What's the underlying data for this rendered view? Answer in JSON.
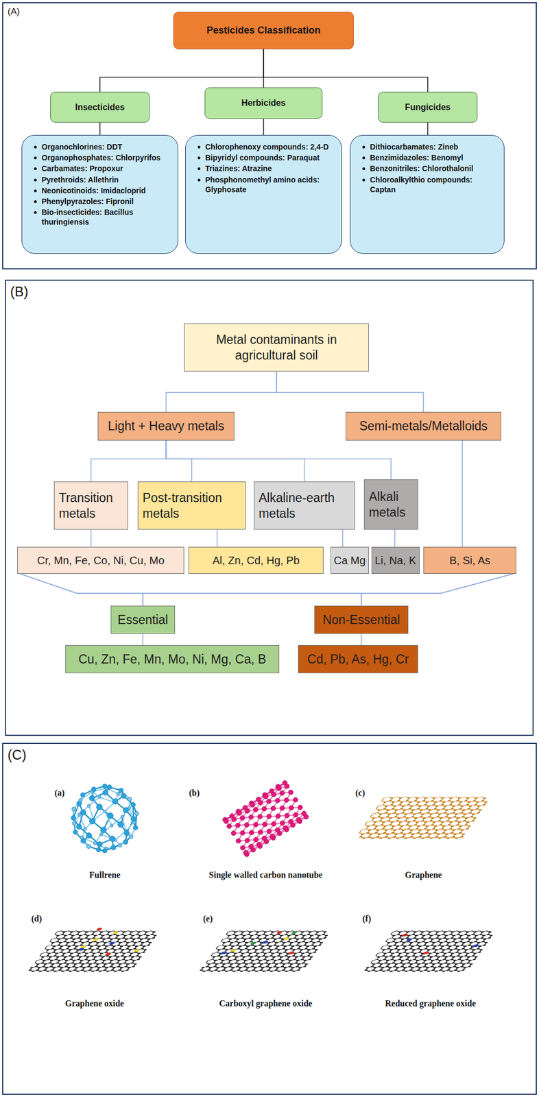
{
  "diagram": {
    "nodes": [
      {
        "text": [
          "(A)"
        ]
      },
      {
        "text": [
          "Pesticides Classification"
        ],
        "in": 0
      },
      {
        "text": [
          "Insecticides"
        ],
        "in": 0
      },
      {
        "text": [
          "Organochlorines: DDT",
          "Organophosphates: Chlorpyrifos",
          "Carbamates: Propoxur",
          "Pyrethroids: Allethrin",
          "Neonicotinoids: Imidacloprid",
          "Phenylpyrazoles: Fipronil",
          "Bio-insecticides: Bacillus thuringiensis"
        ],
        "in": 0
      },
      {
        "text": [
          "Herbicides"
        ],
        "in": 0
      },
      {
        "text": [
          "Chlorophenoxy compounds: 2,4-D",
          "Bipyridyl compounds: Paraquat",
          "Triazines: Atrazine",
          "Phosphonomethyl amino acids: Glyphosate"
        ],
        "in": 0
      },
      {
        "text": [
          "Fungicides"
        ],
        "in": 0
      },
      {
        "text": [
          "Dithiocarbamates: Zineb",
          "Benzimidazoles: Benomyl",
          "Benzonitriles: Chlorothalonil",
          "Chloroalkylthio compounds: Captan"
        ],
        "in": 0
      },
      {
        "text": [
          "(B)"
        ]
      },
      {
        "text": [
          "Metal contaminants in agricultural soil"
        ],
        "in": 8
      },
      {
        "text": [
          "Light + Heavy metals"
        ],
        "in": 8
      },
      {
        "text": [
          "Semi-metals/Metalloids"
        ],
        "in": 8
      },
      {
        "text": [
          "Transition metals"
        ],
        "in": 8
      },
      {
        "text": [
          "Cr, Mn, Fe, Co, Ni, Cu, Mo"
        ],
        "in": 8
      },
      {
        "text": [
          "Post-transition metals"
        ],
        "in": 8
      },
      {
        "text": [
          "Al, Zn, Cd, Hg, Pb"
        ],
        "in": 8
      },
      {
        "text": [
          "Alkaline-earth metals"
        ],
        "in": 8
      },
      {
        "text": [
          "Ca Mg"
        ],
        "in": 8
      },
      {
        "text": [
          "Alkali metals"
        ],
        "in": 8
      },
      {
        "text": [
          "Li, Na, K"
        ],
        "in": 8
      },
      {
        "text": [
          "B, Si, As"
        ],
        "in": 8
      },
      {
        "text": [
          "Essential"
        ],
        "in": 8
      },
      {
        "text": [
          "Cu, Zn, Fe, Mn, Mo, Ni, Mg, Ca, B"
        ],
        "in": 8
      },
      {
        "text": [
          "Non-Essential"
        ],
        "in": 8
      },
      {
        "text": [
          "Cd, Pb, As, Hg, Cr"
        ],
        "in": 8
      },
      {
        "text": [
          "(C)"
        ]
      }
    ],
    "edges": [
      {
        "from": 1,
        "to": 2,
        "arrow": "none"
      },
      {
        "from": 1,
        "to": 4,
        "arrow": "none"
      },
      {
        "from": 1,
        "to": 6,
        "arrow": "none"
      },
      {
        "from": 2,
        "to": 3,
        "arrow": "none"
      },
      {
        "from": 4,
        "to": 5,
        "arrow": "none"
      },
      {
        "from": 6,
        "to": 7,
        "arrow": "none"
      },
      {
        "from": 9,
        "to": 10,
        "arrow": "none"
      },
      {
        "from": 9,
        "to": 11,
        "arrow": "none"
      },
      {
        "from": 10,
        "to": 12,
        "arrow": "none"
      },
      {
        "from": 10,
        "to": 14,
        "arrow": "none"
      },
      {
        "from": 10,
        "to": 16,
        "arrow": "none"
      },
      {
        "from": 10,
        "to": 18,
        "arrow": "none"
      },
      {
        "from": 12,
        "to": 13,
        "arrow": "none"
      },
      {
        "from": 14,
        "to": 15,
        "arrow": "none"
      },
      {
        "from": 16,
        "to": 17,
        "arrow": "none"
      },
      {
        "from": 18,
        "to": 19,
        "arrow": "none"
      },
      {
        "from": 11,
        "to": 20,
        "arrow": "none"
      },
      {
        "from": 13,
        "to": 21,
        "arrow": "none"
      },
      {
        "from": 13,
        "to": 23,
        "arrow": "none"
      },
      {
        "from": 20,
        "to": 21,
        "arrow": "none"
      },
      {
        "from": 20,
        "to": 23,
        "arrow": "none"
      },
      {
        "from": 21,
        "to": 22,
        "arrow": "none"
      },
      {
        "from": 23,
        "to": 24,
        "arrow": "none"
      }
    ],
    "labels": [
      "(a)",
      "Fullrene",
      "(b)",
      "Single walled carbon nanotube",
      "(c)",
      "Graphene",
      "(d)",
      "Graphene oxide",
      "(e)",
      "Carboxyl graphene oxide",
      "(f)",
      "Reduced graphene oxide"
    ]
  }
}
